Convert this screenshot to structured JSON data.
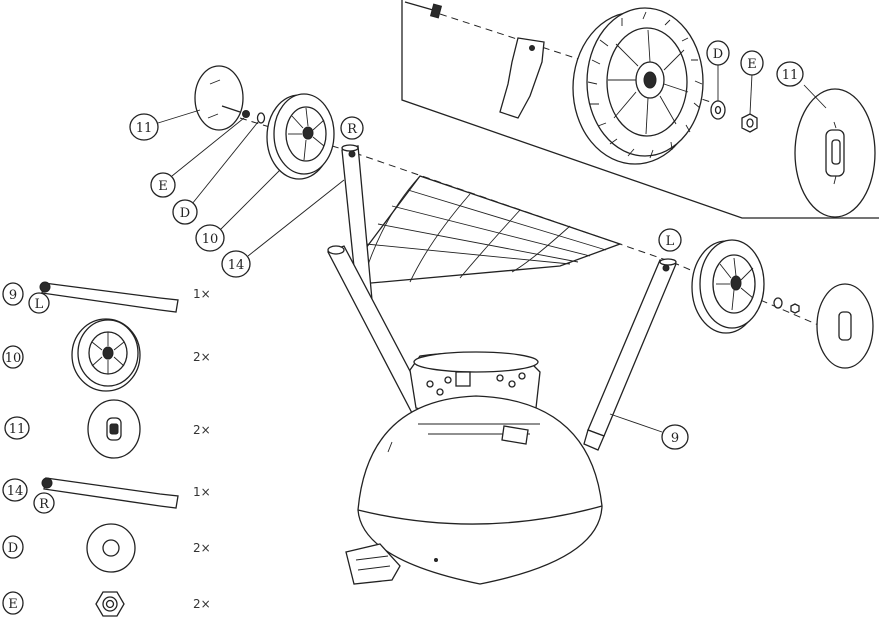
{
  "callouts": {
    "c11_top": "11",
    "cE_top": "E",
    "cD_top": "D",
    "c10_top": "10",
    "c14": "14",
    "cR": "R",
    "cL": "L",
    "c9": "9",
    "cD_inset": "D",
    "cE_inset": "E",
    "c11_inset": "11"
  },
  "parts_list": [
    {
      "number": "9",
      "side": "L",
      "quantity": "1×"
    },
    {
      "number": "10",
      "side": "",
      "quantity": "2×"
    },
    {
      "number": "11",
      "side": "",
      "quantity": "2×"
    },
    {
      "number": "14",
      "side": "R",
      "quantity": "1×"
    },
    {
      "number": "D",
      "side": "",
      "quantity": "2×"
    },
    {
      "number": "E",
      "side": "",
      "quantity": "2×"
    }
  ]
}
